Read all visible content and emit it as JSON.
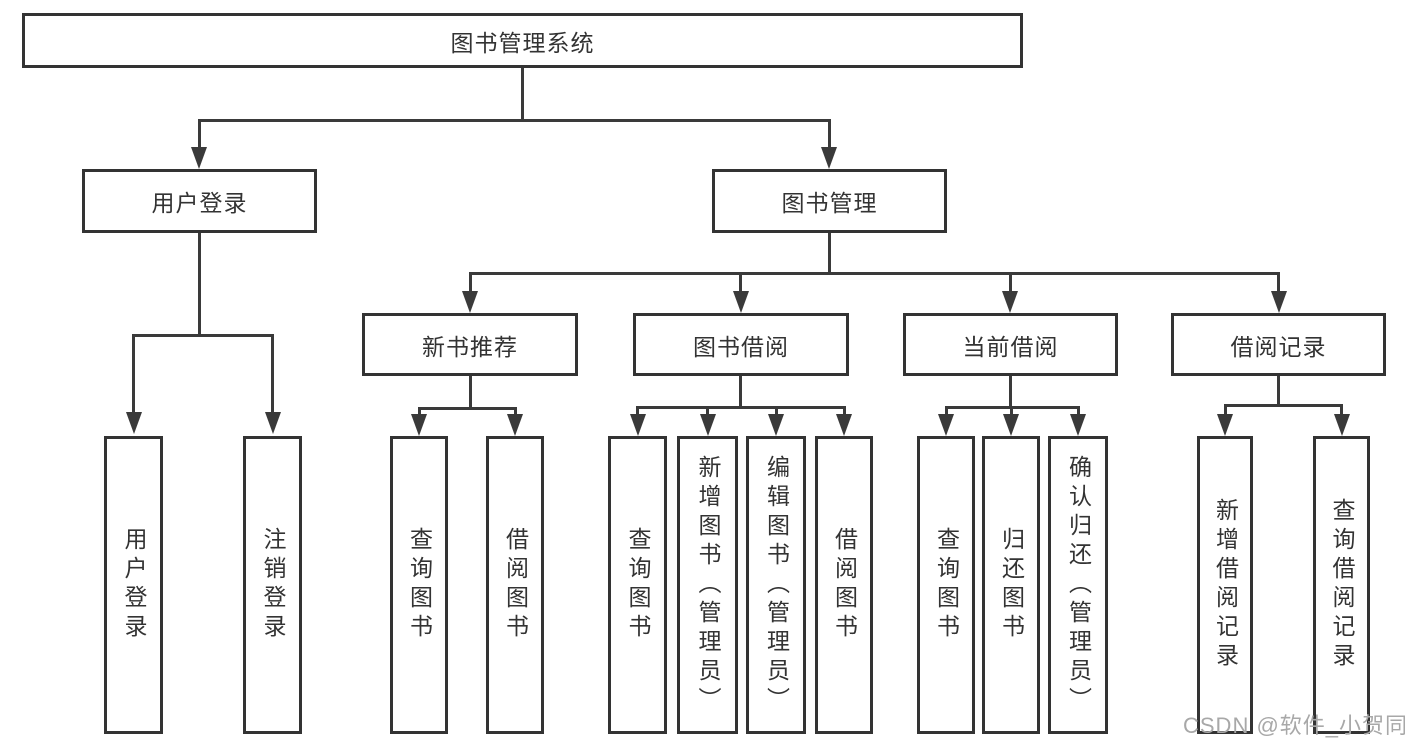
{
  "diagram": {
    "type": "hierarchy-tree",
    "root": {
      "label": "图书管理系统"
    },
    "branches": [
      {
        "label": "用户登录",
        "children": [
          {
            "label": "用户登录"
          },
          {
            "label": "注销登录"
          }
        ]
      },
      {
        "label": "图书管理",
        "children": [
          {
            "label": "新书推荐",
            "children": [
              {
                "label": "查询图书"
              },
              {
                "label": "借阅图书"
              }
            ]
          },
          {
            "label": "图书借阅",
            "children": [
              {
                "label": "查询图书"
              },
              {
                "label": "新增图书（管理员）"
              },
              {
                "label": "编辑图书（管理员）"
              },
              {
                "label": "借阅图书"
              }
            ]
          },
          {
            "label": "当前借阅",
            "children": [
              {
                "label": "查询图书"
              },
              {
                "label": "归还图书"
              },
              {
                "label": "确认归还（管理员）"
              }
            ]
          },
          {
            "label": "借阅记录",
            "children": [
              {
                "label": "新增借阅记录"
              },
              {
                "label": "查询借阅记录"
              }
            ]
          }
        ]
      }
    ]
  },
  "watermark": {
    "text": "CSDN @软件_小贺同学"
  },
  "colors": {
    "line": "#3a3a3a",
    "box_border": "#333333",
    "text": "#333333",
    "watermark": "#a8a8a8",
    "background": "#ffffff"
  }
}
